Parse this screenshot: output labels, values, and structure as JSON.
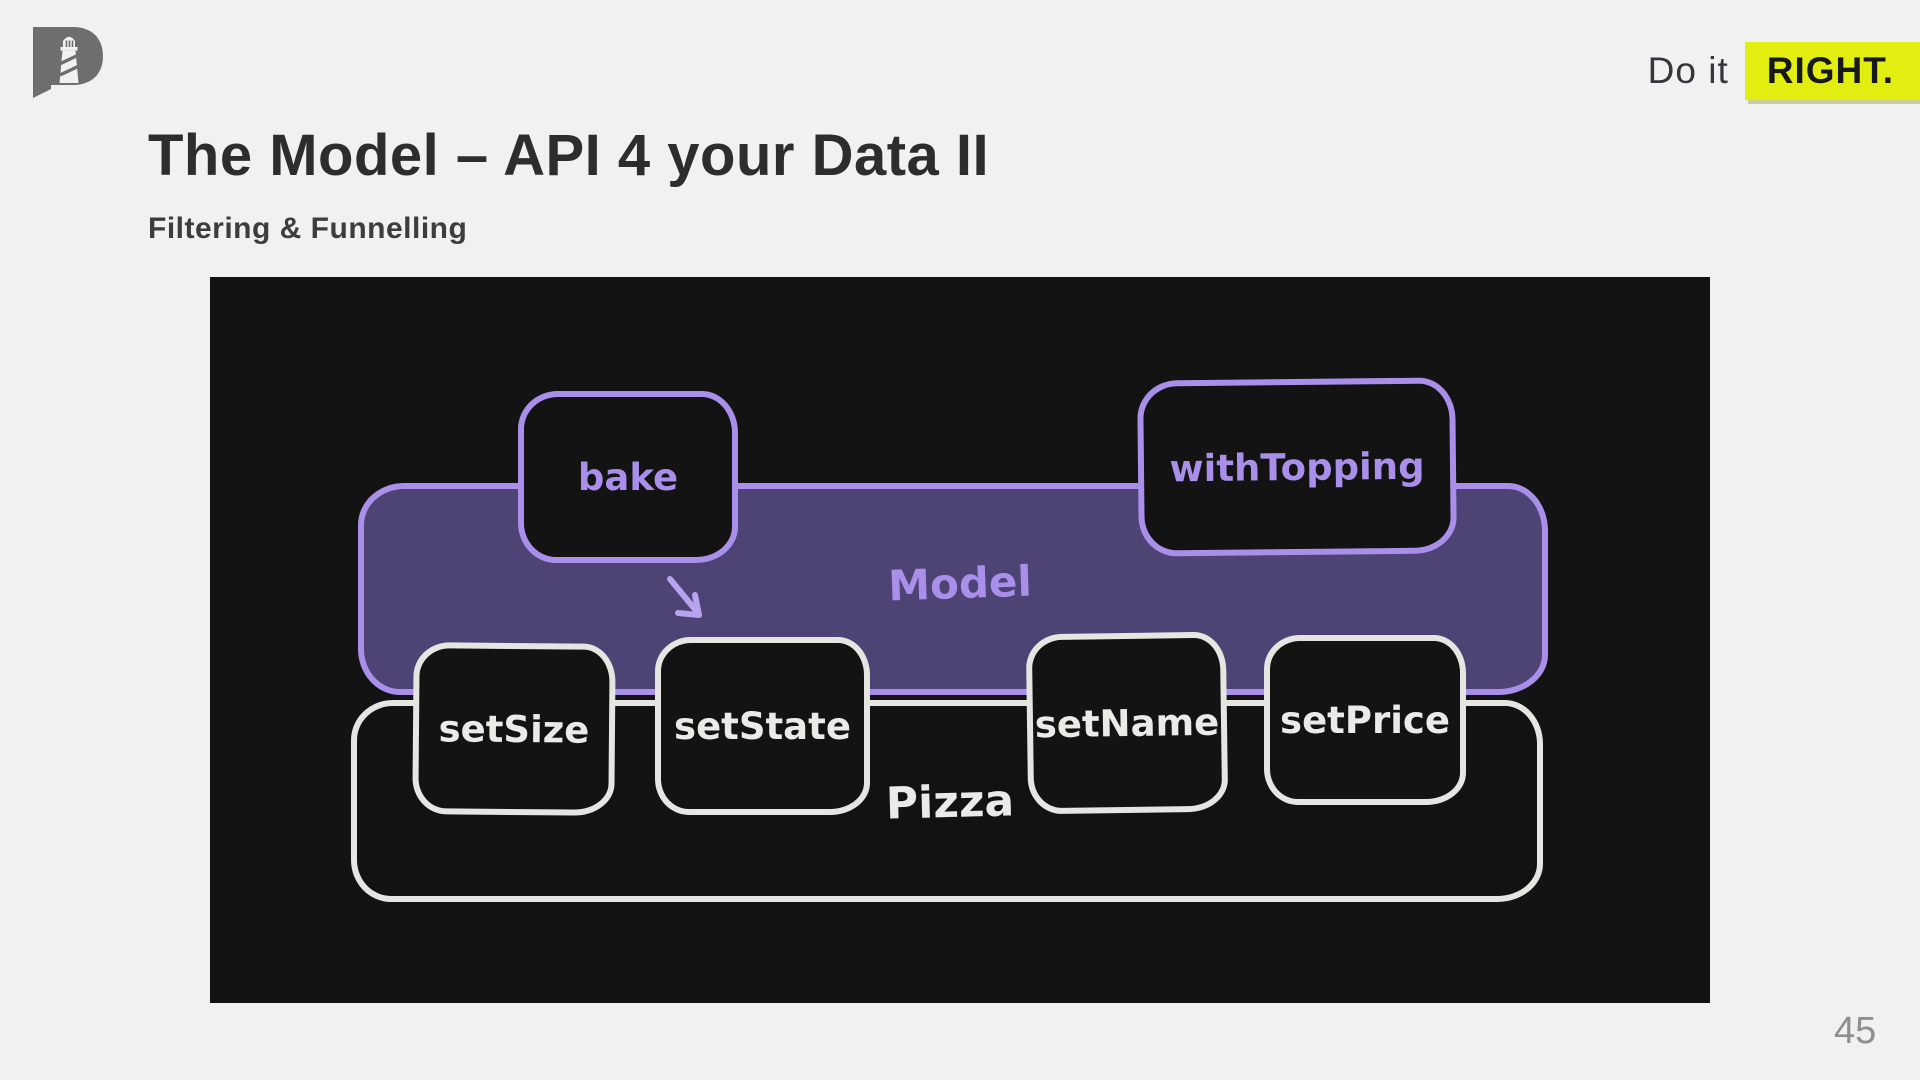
{
  "brand": {
    "logo_name": "lighthouse-p-logo",
    "tagline_prefix": "Do it",
    "tagline_highlight": "RIGHT.",
    "highlight_color": "#e2ee10"
  },
  "slide": {
    "title": "The Model – API 4 your Data II",
    "subtitle": "Filtering & Funnelling",
    "page_number": "45"
  },
  "diagram": {
    "type": "boxes-hand-drawn",
    "background_color": "#131313",
    "model_box": {
      "label": "Model",
      "fill": "#4d4374",
      "stroke": "#a98fe9"
    },
    "pizza_box": {
      "label": "Pizza",
      "fill": "#121212",
      "stroke": "#e7e5e2"
    },
    "nodes": [
      {
        "id": "bake",
        "label": "bake",
        "stroke": "#a98fe9",
        "parent": "Model"
      },
      {
        "id": "withTopping",
        "label": "withTopping",
        "stroke": "#a98fe9",
        "parent": "Model"
      },
      {
        "id": "setSize",
        "label": "setSize",
        "stroke": "#e7e5e2",
        "parent": "Pizza"
      },
      {
        "id": "setState",
        "label": "setState",
        "stroke": "#e7e5e2",
        "parent": "Pizza"
      },
      {
        "id": "setName",
        "label": "setName",
        "stroke": "#e7e5e2",
        "parent": "Pizza"
      },
      {
        "id": "setPrice",
        "label": "setPrice",
        "stroke": "#e7e5e2",
        "parent": "Pizza"
      }
    ],
    "arrow": {
      "from": "bake",
      "to": "setState",
      "direction": "down-right",
      "color": "#b7a3f0"
    }
  }
}
